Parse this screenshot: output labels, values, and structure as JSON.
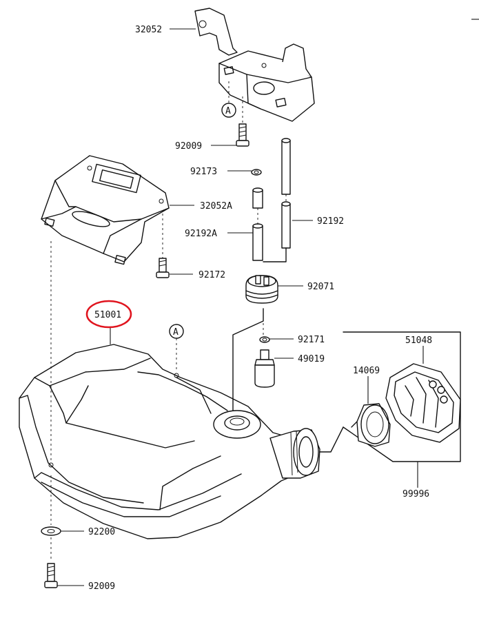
{
  "callouts": {
    "bracket_upper": "32052",
    "bolt_upper": "92009",
    "seal_upper": "92173",
    "bracket_lower": "32052A",
    "hose_short": "92192A",
    "hose_long": "92192",
    "bolt_bracket": "92172",
    "grommet": "92071",
    "tank": "51001",
    "seal_lower": "92171",
    "filter": "49019",
    "cap": "51048",
    "gasket": "14069",
    "cap_assy": "99996",
    "washer": "92200",
    "bolt_lower": "92009"
  },
  "reference_marks": {
    "upper": "A",
    "lower": "A"
  },
  "colors": {
    "line": "#111111",
    "highlight": "#e0141e",
    "background": "#ffffff"
  }
}
